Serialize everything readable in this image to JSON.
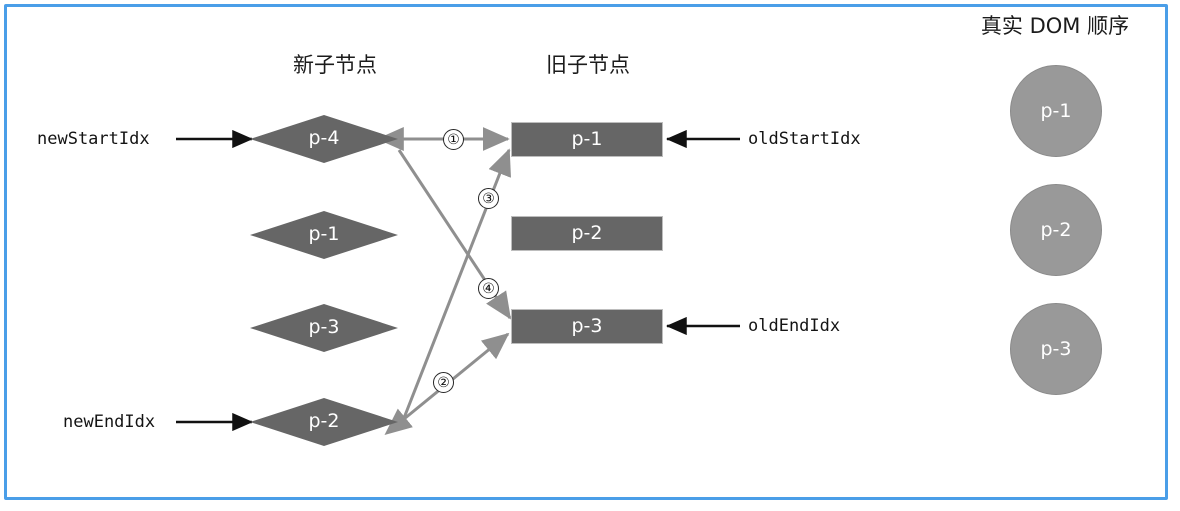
{
  "frame": {
    "border_color": "#4a9ee8"
  },
  "columns": {
    "new_children_title": "新子节点",
    "old_children_title": "旧子节点",
    "real_dom_title": "真实 DOM 顺序"
  },
  "new_children": [
    {
      "label": "p-4",
      "shape": "diamond"
    },
    {
      "label": "p-1",
      "shape": "diamond"
    },
    {
      "label": "p-3",
      "shape": "diamond"
    },
    {
      "label": "p-2",
      "shape": "diamond"
    }
  ],
  "old_children": [
    {
      "label": "p-1",
      "shape": "rect"
    },
    {
      "label": "p-2",
      "shape": "rect"
    },
    {
      "label": "p-3",
      "shape": "rect"
    }
  ],
  "real_dom": [
    {
      "label": "p-1",
      "shape": "circle"
    },
    {
      "label": "p-2",
      "shape": "circle"
    },
    {
      "label": "p-3",
      "shape": "circle"
    }
  ],
  "pointers": {
    "new_start_idx": "newStartIdx",
    "new_end_idx": "newEndIdx",
    "old_start_idx": "oldStartIdx",
    "old_end_idx": "oldEndIdx"
  },
  "steps": [
    {
      "number": "①",
      "from": "p-4",
      "to": "p-1",
      "kind": "double"
    },
    {
      "number": "②",
      "from": "p-2-new",
      "to": "p-3-old",
      "kind": "double"
    },
    {
      "number": "③",
      "from": "p-2-new",
      "to": "p-1-old",
      "kind": "single"
    },
    {
      "number": "④",
      "from": "p-4-new",
      "to": "p-3-old",
      "kind": "single"
    }
  ],
  "colors": {
    "shape_fill": "#666666",
    "circle_fill": "#999999",
    "arrow_gray": "#8f8f8f",
    "arrow_black": "#111111",
    "frame_blue": "#4a9ee8"
  }
}
